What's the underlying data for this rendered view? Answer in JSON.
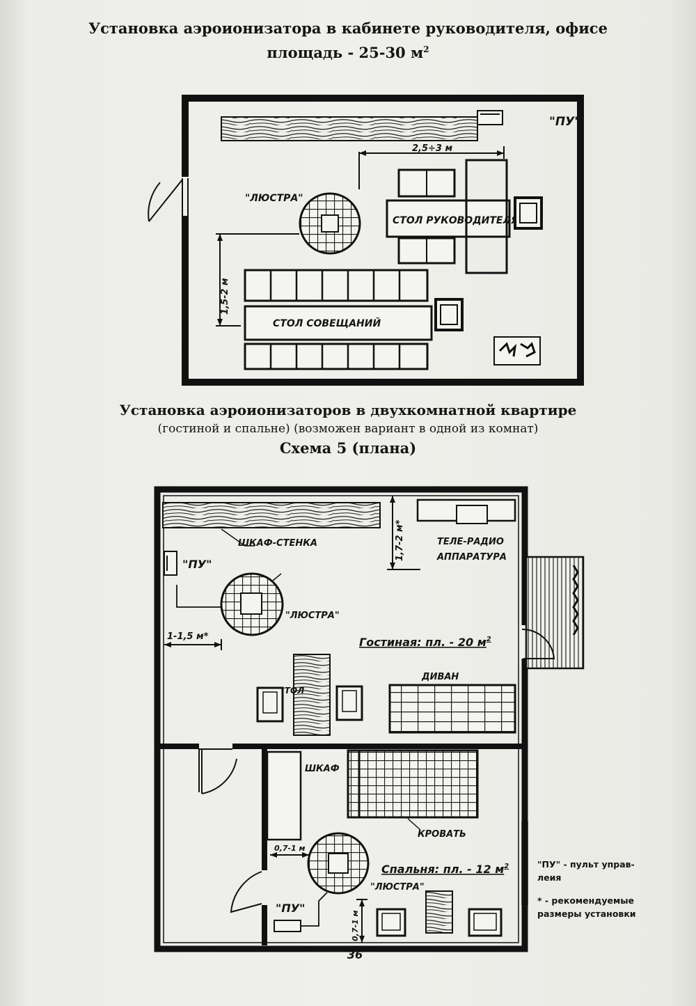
{
  "plan1": {
    "title_line1": "Установка аэроионизатора в кабинете руководителя, офисе",
    "title_line2": "площадь - 25-30 м",
    "title_sup": "2",
    "label_pu": "\"ПУ\"",
    "label_chandelier": "\"ЛЮСТРА\"",
    "label_dim_top": "2,5÷3 м",
    "label_dim_left": "1,5-2 м",
    "label_head_desk": "СТОЛ РУКОВОДИТЕЛЯ",
    "label_meeting_table": "СТОЛ СОВЕЩАНИЙ"
  },
  "plan2": {
    "title_line1": "Установка аэроионизаторов в двухкомнатной квартире",
    "title_line2": "(гостиной и спальне) (возможен вариант в одной из комнат)",
    "title_line3": "Схема 5 (плана)",
    "label_wardrobe_wall": "ШКАФ-СТЕНКА",
    "label_pu_top": "\"ПУ\"",
    "label_dim_right": "1,7-2 м*",
    "label_tv_1": "ТЕЛЕ-РАДИО",
    "label_tv_2": "АППАРАТУРА",
    "label_chandelier_top": "\"ЛЮСТРА\"",
    "label_dim_left": "1-1,5 м*",
    "label_living": "Гостиная: пл. - 20 м",
    "label_living_sup": "2",
    "label_sofa": "ДИВАН",
    "label_table": "СТОЛ",
    "label_wardrobe": "ШКАФ",
    "label_bed": "КРОВАТЬ",
    "label_dim_small": "0,7-1 м",
    "label_bedroom": "Спальня: пл. - 12 м",
    "label_bedroom_sup": "2",
    "label_chandelier_bottom": "\"ЛЮСТРА\"",
    "label_pu_bottom": "\"ПУ\"",
    "label_dim_vertical": "0,7-1 м"
  },
  "legend": {
    "line1": "\"ПУ\" - пульт управ-",
    "line2": "леия",
    "line3": "* - рекомендуемые",
    "line4": "размеры установки"
  },
  "page_number": "36"
}
